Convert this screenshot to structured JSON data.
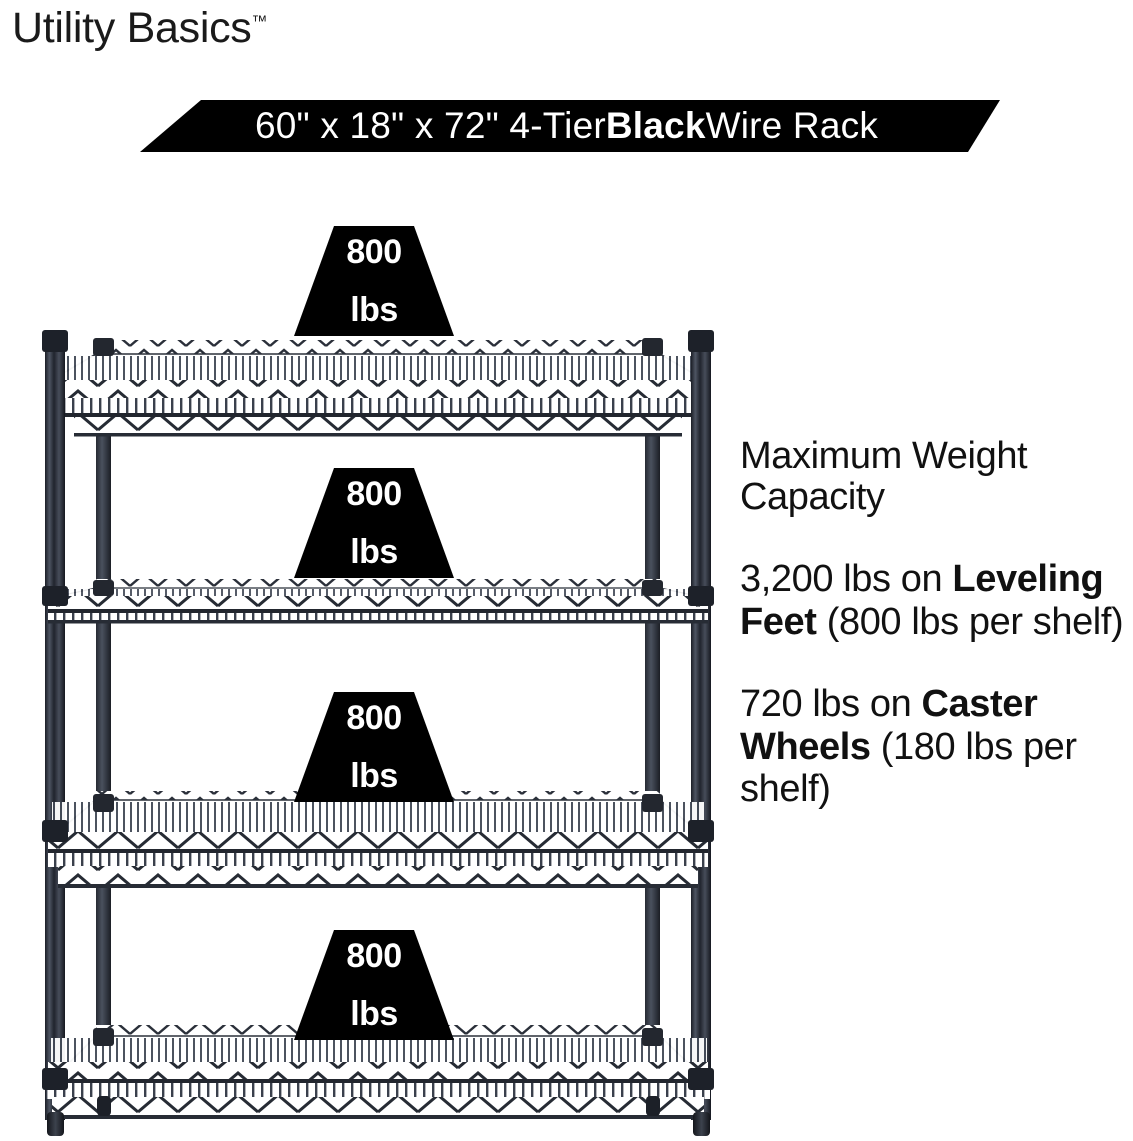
{
  "brand": {
    "name": "Utility Basics",
    "trademark": "™"
  },
  "banner": {
    "text_before_bold": "60\" x 18\" x 72\" 4-Tier ",
    "bold_word": "Black",
    "text_after_bold": " Wire Rack",
    "background_color": "#000000",
    "text_color": "#ffffff"
  },
  "product": {
    "type": "4-tier wire shelving rack",
    "finish_color": "#2e323c",
    "shelf_count": 4
  },
  "load_badges": [
    {
      "number": "800",
      "unit": "lbs"
    },
    {
      "number": "800",
      "unit": "lbs"
    },
    {
      "number": "800",
      "unit": "lbs"
    },
    {
      "number": "800",
      "unit": "lbs"
    }
  ],
  "info": {
    "heading": "Maximum Weight Capacity",
    "paragraphs": [
      {
        "segments": [
          {
            "text": "3,200 lbs on ",
            "bold": false
          },
          {
            "text": "Leveling Feet",
            "bold": true
          },
          {
            "text": " (800 lbs per shelf)",
            "bold": false
          }
        ]
      },
      {
        "segments": [
          {
            "text": "720 lbs on ",
            "bold": false
          },
          {
            "text": "Caster Wheels",
            "bold": true
          },
          {
            "text": " (180 lbs per shelf)",
            "bold": false
          }
        ]
      }
    ]
  }
}
